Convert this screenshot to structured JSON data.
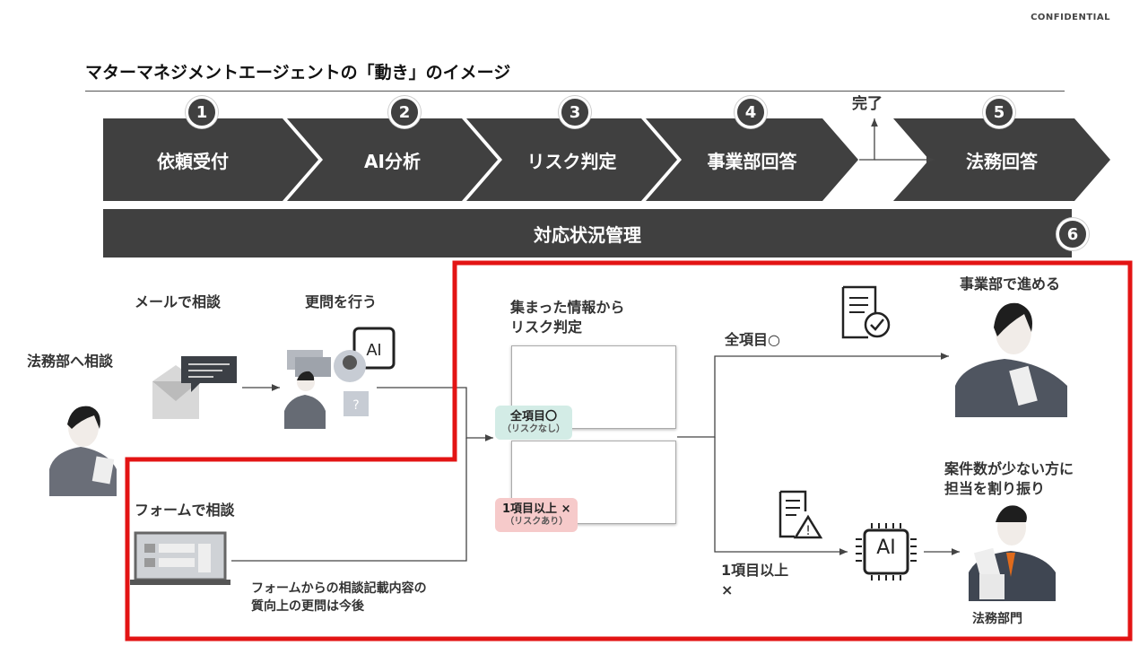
{
  "confidential": "CONFIDENTIAL",
  "title": "マターマネジメントエージェントの「動き」のイメージ",
  "steps": [
    {
      "num": "1",
      "label": "依頼受付"
    },
    {
      "num": "2",
      "label": "AI分析"
    },
    {
      "num": "3",
      "label": "リスク判定"
    },
    {
      "num": "4",
      "label": "事業部回答"
    },
    {
      "num": "5",
      "label": "法務回答"
    }
  ],
  "complete_label": "完了",
  "status_bar": {
    "num": "6",
    "label": "対応状況管理"
  },
  "flow": {
    "legal_consult": "法務部へ相談",
    "mail_consult": "メールで相談",
    "follow_up": "更問を行う",
    "form_consult": "フォームで相談",
    "form_note": "フォームからの相談記載内容の\n質向上の更問は今後",
    "risk_judge": "集まった情報から\nリスク判定",
    "tag_ok": "全項目〇",
    "tag_ok_sub": "（リスクなし）",
    "tag_ng": "1項目以上 ×",
    "tag_ng_sub": "（リスクあり）",
    "branch_ok": "全項目○",
    "branch_ng": "1項目以上\n×",
    "business_proceeds": "事業部で進める",
    "assign": "案件数が少ない方に\n担当を割り振り",
    "legal_dept": "法務部門",
    "ai": "AI"
  },
  "colors": {
    "dark": "#404040",
    "highlight": "#e31414",
    "ok_tag": "#d3ece6",
    "ng_tag": "#f6caca"
  }
}
